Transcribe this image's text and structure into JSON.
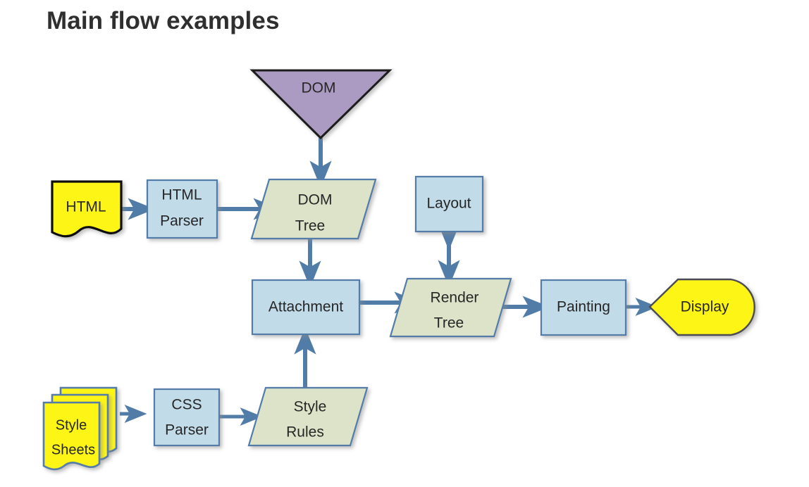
{
  "page": {
    "title": "Main flow examples",
    "background_color": "#ffffff"
  },
  "palette": {
    "process_fill": "#c2dbe9",
    "process_stroke": "#527ca8",
    "data_fill": "#dde3c8",
    "data_stroke": "#527ca8",
    "document_fill": "#fdf516",
    "document_stroke": "#111111",
    "dom_fill": "#ab9bc2",
    "dom_stroke": "#1a1a1a",
    "display_fill": "#fdf516",
    "display_stroke": "#4c4c55",
    "arrow_color": "#527ca8",
    "text_color": "#262626",
    "title_color": "#2f2f2f"
  },
  "diagram": {
    "type": "flowchart",
    "nodes": [
      {
        "id": "dom",
        "label": "DOM",
        "shape": "triangle-down",
        "fill": "#ab9bc2"
      },
      {
        "id": "html",
        "label": "HTML",
        "shape": "document",
        "fill": "#fdf516"
      },
      {
        "id": "html-parser",
        "label_line1": "HTML",
        "label_line2": "Parser",
        "shape": "rectangle",
        "fill": "#c2dbe9"
      },
      {
        "id": "dom-tree",
        "label_line1": "DOM",
        "label_line2": "Tree",
        "shape": "parallelogram",
        "fill": "#dde3c8"
      },
      {
        "id": "layout",
        "label": "Layout",
        "shape": "rectangle",
        "fill": "#c2dbe9"
      },
      {
        "id": "attachment",
        "label": "Attachment",
        "shape": "rectangle",
        "fill": "#c2dbe9"
      },
      {
        "id": "render-tree",
        "label_line1": "Render",
        "label_line2": "Tree",
        "shape": "parallelogram",
        "fill": "#dde3c8"
      },
      {
        "id": "painting",
        "label": "Painting",
        "shape": "rectangle",
        "fill": "#c2dbe9"
      },
      {
        "id": "display",
        "label": "Display",
        "shape": "display",
        "fill": "#fdf516"
      },
      {
        "id": "style-sheets",
        "label_line1": "Style",
        "label_line2": "Sheets",
        "shape": "multidocument",
        "fill": "#fdf516"
      },
      {
        "id": "css-parser",
        "label_line1": "CSS",
        "label_line2": "Parser",
        "shape": "rectangle",
        "fill": "#c2dbe9"
      },
      {
        "id": "style-rules",
        "label_line1": "Style",
        "label_line2": "Rules",
        "shape": "parallelogram",
        "fill": "#dde3c8"
      }
    ],
    "edges": [
      {
        "from": "dom",
        "to": "dom-tree",
        "direction": "one-way"
      },
      {
        "from": "html",
        "to": "html-parser",
        "direction": "one-way"
      },
      {
        "from": "html-parser",
        "to": "dom-tree",
        "direction": "one-way"
      },
      {
        "from": "dom-tree",
        "to": "attachment",
        "direction": "one-way"
      },
      {
        "from": "layout",
        "to": "render-tree",
        "direction": "two-way"
      },
      {
        "from": "attachment",
        "to": "render-tree",
        "direction": "one-way"
      },
      {
        "from": "render-tree",
        "to": "painting",
        "direction": "one-way"
      },
      {
        "from": "painting",
        "to": "display",
        "direction": "one-way"
      },
      {
        "from": "style-sheets",
        "to": "css-parser",
        "direction": "one-way"
      },
      {
        "from": "css-parser",
        "to": "style-rules",
        "direction": "one-way"
      },
      {
        "from": "style-rules",
        "to": "attachment",
        "direction": "one-way"
      }
    ]
  }
}
